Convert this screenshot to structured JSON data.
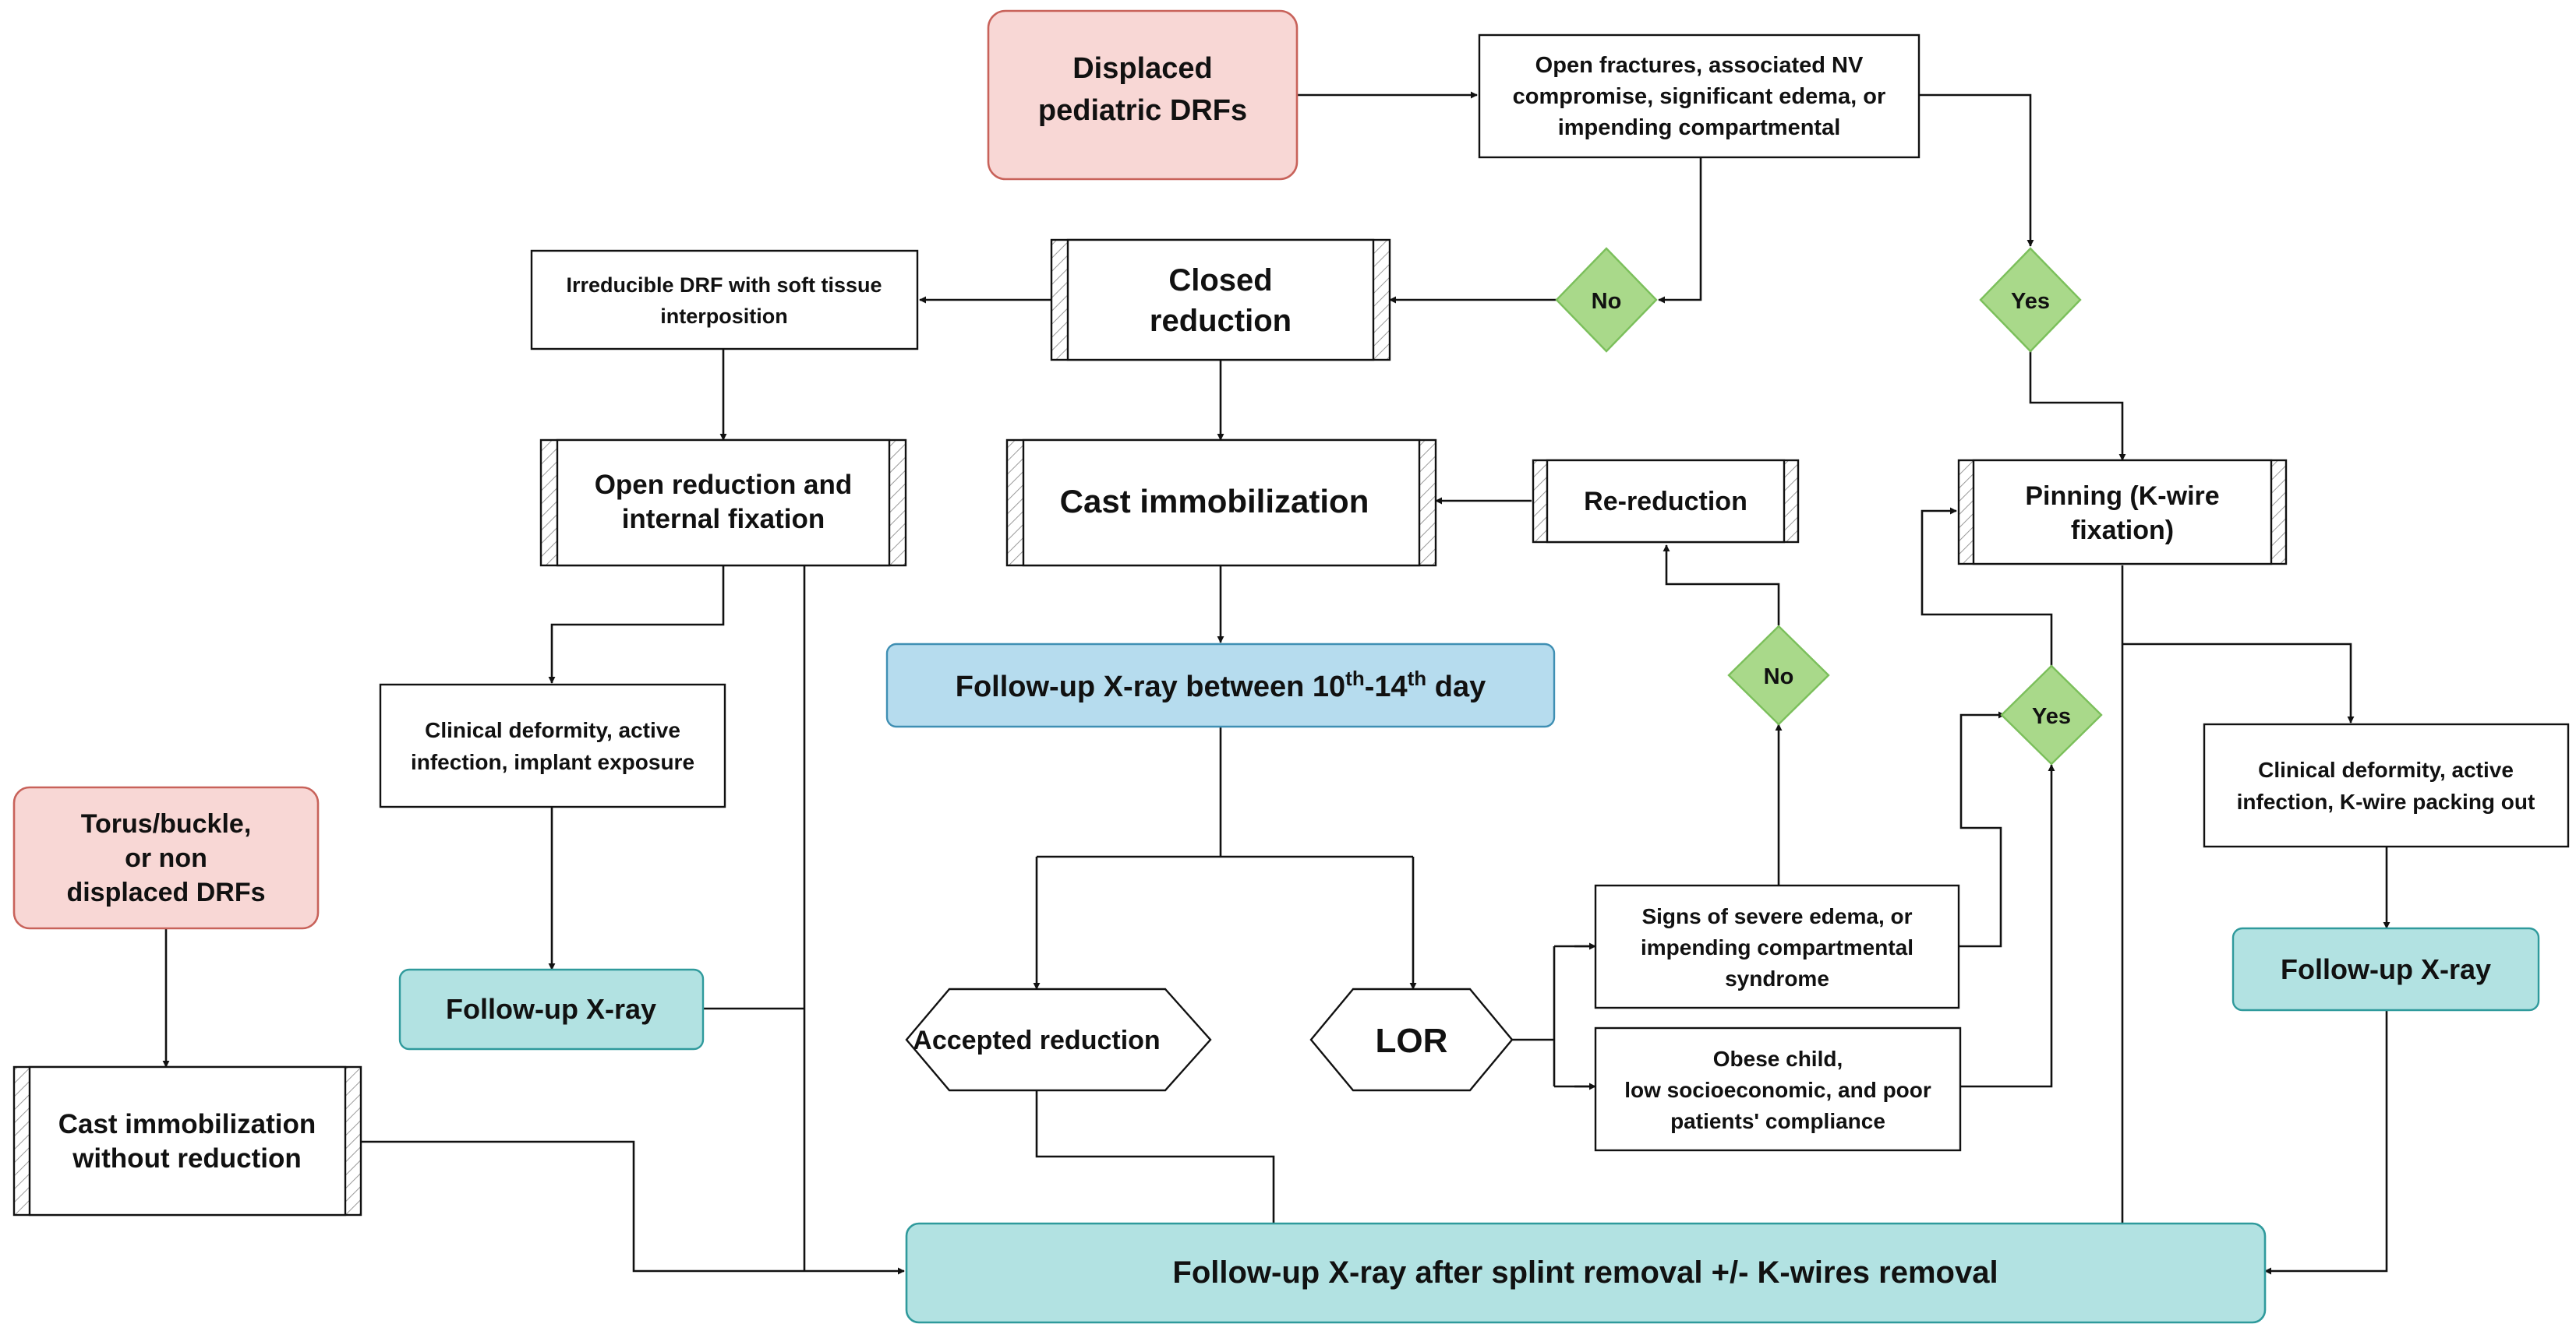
{
  "colors": {
    "pink_fill": "#f8d7d5",
    "pink_stroke": "#c8625a",
    "blue_fill": "#b6dcee",
    "blue_stroke": "#3f8fb3",
    "teal_fill": "#b2e2e2",
    "teal_stroke": "#2f9a9c",
    "diamond_fill": "#a9d98a",
    "diamond_stroke": "#7bbf5b",
    "line": "#111111"
  },
  "nodes": {
    "displaced": {
      "line1": "Displaced",
      "line2": "pediatric DRFs"
    },
    "open_fractures": {
      "line1": "Open fractures, associated NV",
      "line2": "compromise, significant edema, or",
      "line3": "impending compartmental"
    },
    "irreducible": {
      "line1": "Irreducible DRF with soft tissue",
      "line2": "interposition"
    },
    "closed_reduction": {
      "line1": "Closed",
      "line2": "reduction"
    },
    "no_top": "No",
    "yes_top": "Yes",
    "orif": {
      "line1": "Open reduction and",
      "line2": "internal fixation"
    },
    "cast_immob": "Cast immobilization",
    "re_reduction": "Re-reduction",
    "pinning": {
      "line1": "Pinning (K-wire",
      "line2": "fixation)"
    },
    "followup_10_14": {
      "before": "Follow-up X-ray between 10",
      "sup1": "th",
      "mid": "-14",
      "sup2": "th",
      "after": " day"
    },
    "no_mid": "No",
    "yes_mid": "Yes",
    "clinical_left": {
      "line1": "Clinical deformity, active",
      "line2": "infection, implant exposure"
    },
    "clinical_right": {
      "line1": "Clinical deformity, active",
      "line2": "infection, K-wire packing out"
    },
    "torus": {
      "line1": "Torus/buckle,",
      "line2": "or non",
      "line3": "displaced DRFs"
    },
    "followup_left": "Follow-up X-ray",
    "followup_right": "Follow-up X-ray",
    "accepted": "Accepted reduction",
    "lor": "LOR",
    "signs": {
      "line1": "Signs of severe edema, or",
      "line2": "impending compartmental",
      "line3": "syndrome"
    },
    "obese": {
      "line1": "Obese child,",
      "line2": "low socioeconomic, and poor",
      "line3": "patients' compliance"
    },
    "cast_no_reduction": {
      "line1": "Cast immobilization",
      "line2": "without reduction"
    },
    "final": "Follow-up X-ray after splint removal +/- K-wires removal"
  }
}
